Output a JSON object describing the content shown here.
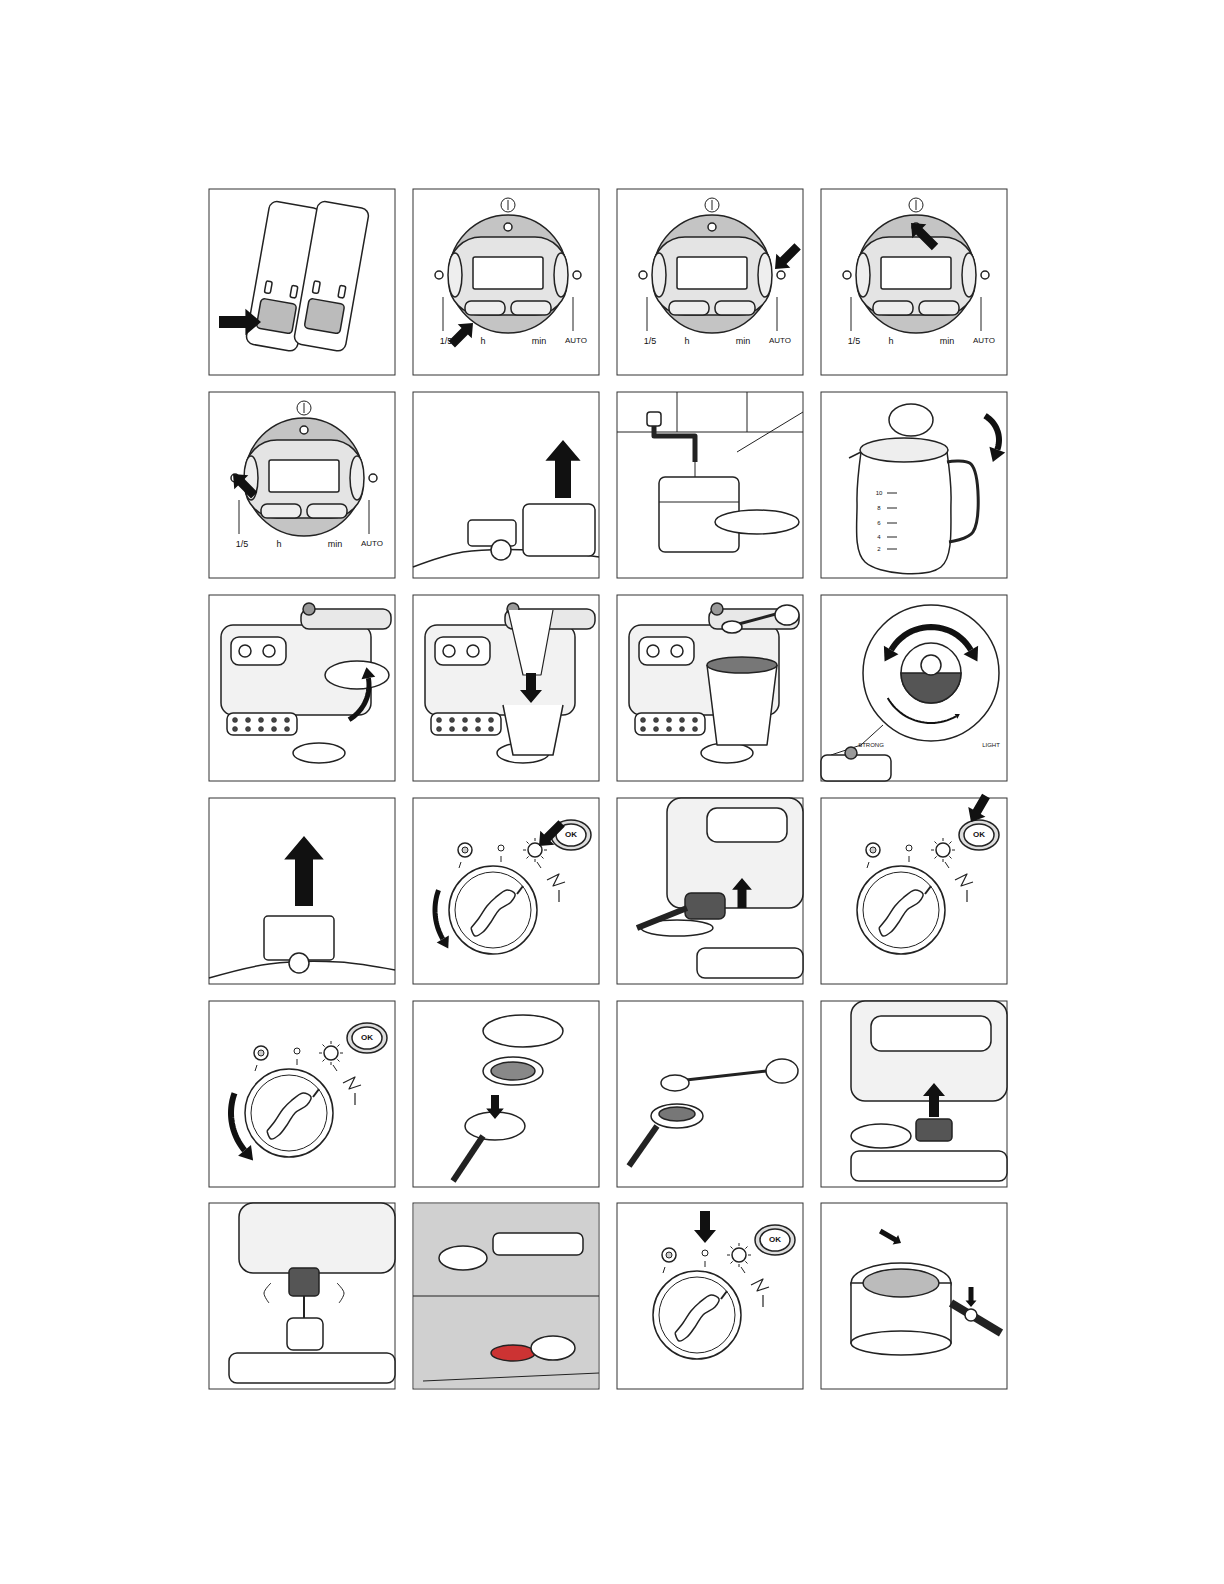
{
  "diagram": {
    "labels": [
      "1/5",
      "h",
      "min",
      "AUTO",
      "1/5",
      "h",
      "min",
      "AUTO",
      "1/5",
      "h",
      "min",
      "AUTO",
      "1/5",
      "h",
      "min",
      "AUTO",
      "10",
      "8",
      "6",
      "4",
      "2",
      "STRONG",
      "LIGHT",
      "OK",
      "OK",
      "OK",
      "OK"
    ]
  }
}
